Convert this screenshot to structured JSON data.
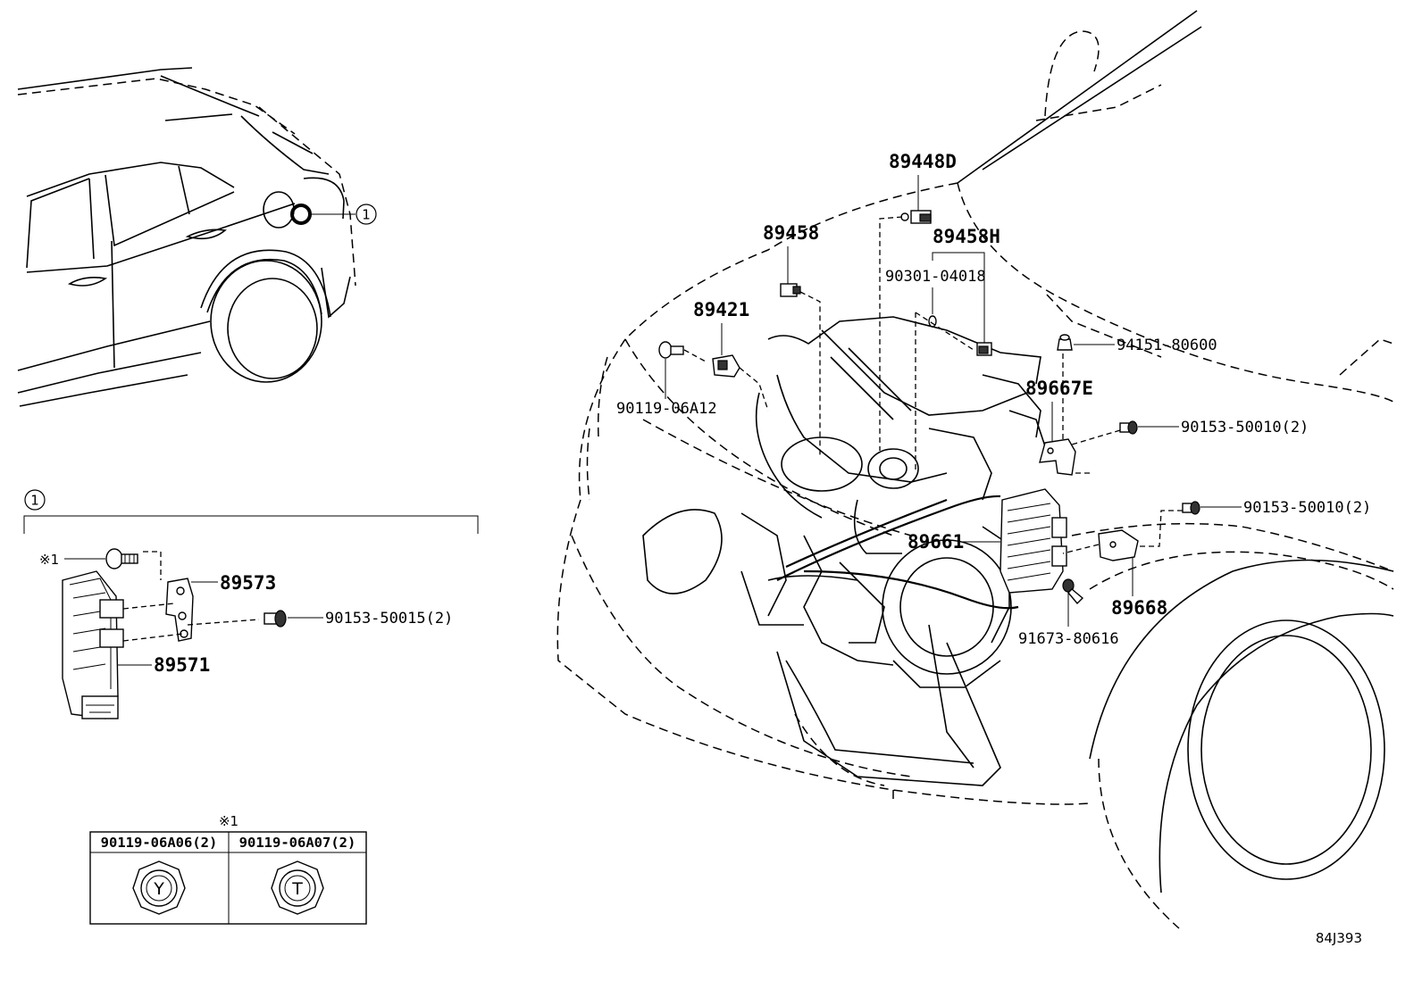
{
  "diagram_id": "84J393",
  "callout_marker": "1",
  "note_marker": "※1",
  "parts": {
    "p89448D": "89448D",
    "p89458": "89458",
    "p89458H": "89458H",
    "p90301": "90301-04018",
    "p89421": "89421",
    "p94151": "94151-80600",
    "p90119_06A12": "90119-06A12",
    "p89667E": "89667E",
    "p90153_50010_a": "90153-50010(2)",
    "p90153_50010_b": "90153-50010(2)",
    "p89661": "89661",
    "p91673": "91673-80616",
    "p89668": "89668",
    "p89573": "89573",
    "p90153_50015": "90153-50015(2)",
    "p89571": "89571"
  },
  "bolt_table": {
    "columns": [
      {
        "part": "90119-06A06(2)",
        "mark": "Y"
      },
      {
        "part": "90119-06A07(2)",
        "mark": "T"
      }
    ]
  }
}
